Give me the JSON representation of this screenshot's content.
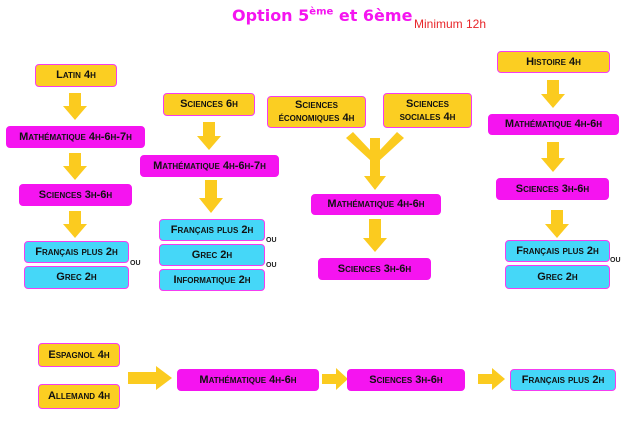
{
  "title": {
    "main": "Option 5",
    "sup": "ème",
    "rest": " et 6ème",
    "subtitle": "Minimum 12h"
  },
  "or_label": "ou",
  "col1": {
    "start": "Latin 4h",
    "math": "Mathématique 4h-6h-7h",
    "sciences": "Sciences 3h-6h",
    "francais": "Français plus 2h",
    "grec": "Grec 2h"
  },
  "col2": {
    "start": "Sciences 6h",
    "math": "Mathématique 4h-6h-7h",
    "francais": "Français plus 2h",
    "grec": "Grec 2h",
    "informatique": "Informatique 2h"
  },
  "col3": {
    "start_a": "Sciences économiques 4h",
    "start_b": "Sciences sociales 4h",
    "math": "Mathématique 4h-6h",
    "sciences": "Sciences 3h-6h"
  },
  "col4": {
    "start": "Histoire 4h",
    "math": "Mathématique 4h-6h",
    "sciences": "Sciences 3h-6h",
    "francais": "Français plus 2h",
    "grec": "Grec 2h"
  },
  "bottom": {
    "espagnol": "Espagnol 4h",
    "allemand": "Allemand 4h",
    "math": "Mathématique 4h-6h",
    "sciences": "Sciences 3h-6h",
    "francais": "Français plus 2h"
  },
  "colors": {
    "yellow": "#FBCE22",
    "magenta": "#F514F0",
    "cyan": "#45D7F8",
    "subtitle": "#E8262A"
  }
}
